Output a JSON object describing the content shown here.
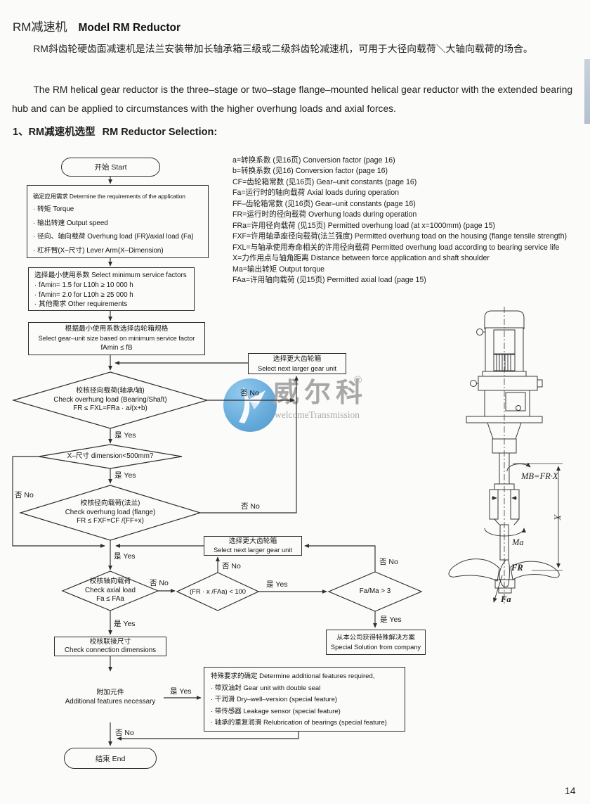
{
  "header": {
    "title_cn": "RM减速机",
    "title_en": "Model  RM Reductor",
    "para_cn": "RM斜齿轮硬齿面减速机是法兰安装带加长轴承箱三级或二级斜齿轮减速机，可用于大径向载荷＼大轴向载荷的场合。",
    "para_en": "The RM helical gear reductor is the three–stage or two–stage flange–mounted helical gear reductor with the extended bearing hub and can be applied to circumstances with the higher overhung loads and axial forces.",
    "section_cn": "1、RM减速机选型",
    "section_en": "RM Reductor Selection:",
    "page_number": "14"
  },
  "legend": {
    "items": [
      "a=转换系数 (见16页)  Conversion factor (page 16)",
      "b=转换系数 (见16)  Conversion factor (page 16)",
      "CF=齿轮箱常数 (见16页)  Gear–unit constants (page 16)",
      "Fa=运行时的轴向载荷  Axial loads during operation",
      "FF–齿轮箱常数 (见16页)  Gear–unit constants (page 16)",
      "FR=运行时的径向载荷  Overhung loads during operation",
      "FRa=许用径向载荷 (见15页)  Permitted overhung load (at x=1000mm) (page 15)",
      "FXF=许用轴承座径向载荷(法兰强度)  Permitted overhung toad on the housing (flange tensile strength)",
      "FXL=与轴承使用寿命相关的许用径向载荷  Permitted overhung load according to bearing service life",
      "X=力作用点与轴角距离  Distance between force application and shaft shoulder",
      "Ma=输出转矩  Output torque",
      "FAa=许用轴向载荷 (见15页)  Permitted axial load (page 15)"
    ]
  },
  "watermark": {
    "brand_cn": "威尔科",
    "registered": "®",
    "brand_en": "welcomeTransmission",
    "circle_color": "#4a9ad4"
  },
  "flow": {
    "yes": "是 Yes",
    "no": "否 No",
    "start": "开始 Start",
    "end": "结束 End",
    "requirements": {
      "l1": "确定应用需求 Determine the requirements of the application",
      "l2": "· 转矩  Torque",
      "l3": "· 输出转速  Output speed",
      "l4": "· 径向、轴向载荷 Overhung load (FR)/axial load (Fa)",
      "l5": "· 杠杆臂(X–尺寸) Lever Arm(X–Dimension)"
    },
    "service_factors": {
      "l1": "选择最小使用系数 Select minimum service factors",
      "l2": "· fAmin= 1.5 for L10h ≥ 10 000 h",
      "l3": "· fAmin= 2.0 for L10h ≥ 25 000 h",
      "l4": "· 其他需求 Other requirements"
    },
    "gear_unit_size": {
      "l1": "根据最小使用系数选择齿轮箱规格",
      "l2": "Select gear–unit size based on minimum service factor",
      "l3": "fAmin ≤ fB"
    },
    "select_larger": {
      "l1": "选择更大齿轮箱",
      "l2": "Select next larger gear unit"
    },
    "check_bearing": {
      "l1": "校核径向载荷(轴承/轴)",
      "l2": "Check overhung load (Bearing/Shaft)",
      "l3": "FR ≤ FXL=FRa · a/(x+b)"
    },
    "x_dimension": "X–尺寸 dimension<500mm?",
    "check_flange": {
      "l1": "校核径向载荷(法兰)",
      "l2": "Check overhung load (flange)",
      "l3": "FR ≤ FXF=CF /(FF+x)"
    },
    "check_axial": {
      "l1": "校核轴向载荷",
      "l2": "Check axial load",
      "l3": "Fa ≤ FAa"
    },
    "ratio_check": "(FR · x /FAa) < 100",
    "fa_ma_check": "Fa/Ma > 3",
    "special_solution": {
      "l1": "从本公司获得特殊解决方案",
      "l2": "Special Solution from company"
    },
    "check_connection": {
      "l1": "校核联接尺寸",
      "l2": "Check connection dimensions"
    },
    "additional_features": {
      "l1": "附加元件",
      "l2": "Additional features necessary"
    },
    "features_required": {
      "l1": "特殊要求的确定 Determine additional features required,",
      "l2": "· 带双油封 Gear unit with double seal",
      "l3": "· 干润滑 Dry–well–version (special feature)",
      "l4": "· 带传感器 Leakage sensor (special feature)",
      "l5": "· 轴承的重复润滑 Relubrication of bearings (special feature)"
    }
  },
  "drawing": {
    "mb": "MB=FR·X",
    "x_dim": "X",
    "ma": "Ma",
    "fr": "FR",
    "fa": "Fa"
  }
}
